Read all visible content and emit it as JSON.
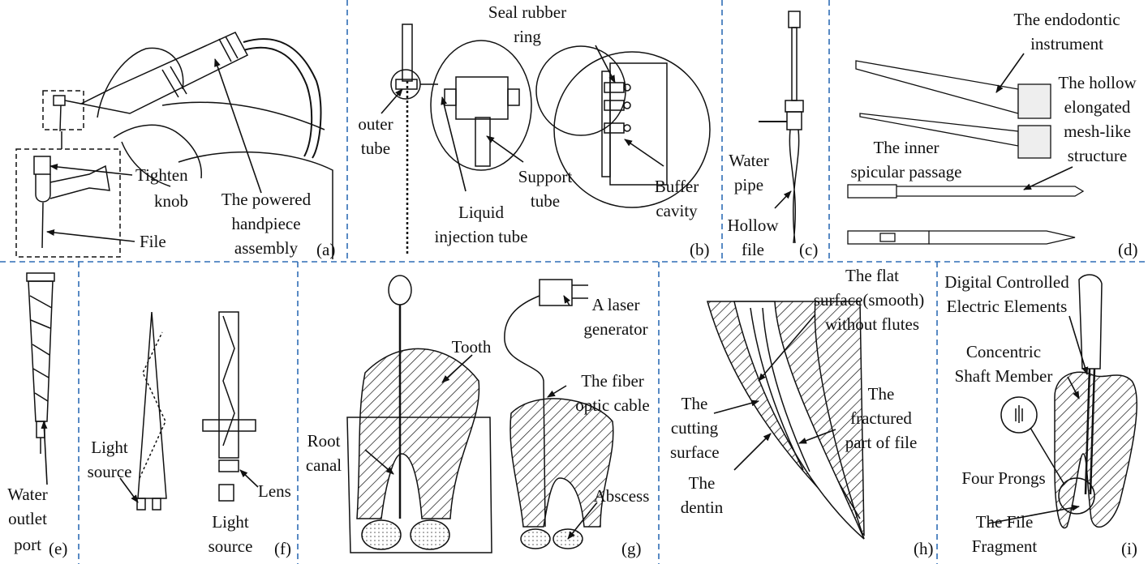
{
  "panels": {
    "a": {
      "tag": "(a)",
      "labels": {
        "tighten1": "Tighten",
        "tighten2": "knob",
        "file": "File",
        "handpiece1": "The powered",
        "handpiece2": "handpiece",
        "handpiece3": "assembly"
      }
    },
    "b": {
      "tag": "(b)",
      "labels": {
        "seal1": "Seal rubber",
        "seal2": "ring",
        "outer1": "outer",
        "outer2": "tube",
        "liquid1": "Liquid",
        "liquid2": "injection tube",
        "support1": "Support",
        "support2": "tube",
        "buffer1": "Buffer",
        "buffer2": "cavity"
      }
    },
    "c": {
      "tag": "(c)",
      "labels": {
        "water1": "Water",
        "water2": "pipe",
        "hollow1": "Hollow",
        "hollow2": "file"
      }
    },
    "d": {
      "tag": "(d)",
      "labels": {
        "endo1": "The endodontic",
        "endo2": "instrument",
        "hollow1": "The hollow",
        "hollow2": "elongated",
        "hollow3": "mesh-like",
        "hollow4": "structure",
        "inner1": "The inner",
        "inner2": "spicular passage"
      }
    },
    "e": {
      "tag": "(e)",
      "labels": {
        "water1": "Water",
        "water2": "outlet",
        "water3": "port"
      }
    },
    "f": {
      "tag": "(f)",
      "labels": {
        "light1a": "Light",
        "light1b": "source",
        "lens": "Lens",
        "light2a": "Light",
        "light2b": "source"
      }
    },
    "g": {
      "tag": "(g)",
      "labels": {
        "laser1": "A laser",
        "laser2": "generator",
        "tooth": "Tooth",
        "fiber1": "The fiber",
        "fiber2": "optic cable",
        "root1": "Root",
        "root2": "canal",
        "abscess": "Abscess"
      }
    },
    "h": {
      "tag": "(h)",
      "labels": {
        "flat1": "The flat",
        "flat2": "surface(smooth)",
        "flat3": "without flutes",
        "cut1": "The",
        "cut2": "cutting",
        "cut3": "surface",
        "frac1": "The",
        "frac2": "fractured",
        "frac3": "part of file",
        "dentin1": "The",
        "dentin2": "dentin"
      }
    },
    "i": {
      "tag": "(i)",
      "labels": {
        "digital1": "Digital Controlled",
        "digital2": "Electric Elements",
        "conc1": "Concentric",
        "conc2": "Shaft Member",
        "prongs": "Four Prongs",
        "frag1": "The File",
        "frag2": "Fragment"
      }
    }
  },
  "colors": {
    "divider": "#2f6db5",
    "line": "#111111"
  }
}
